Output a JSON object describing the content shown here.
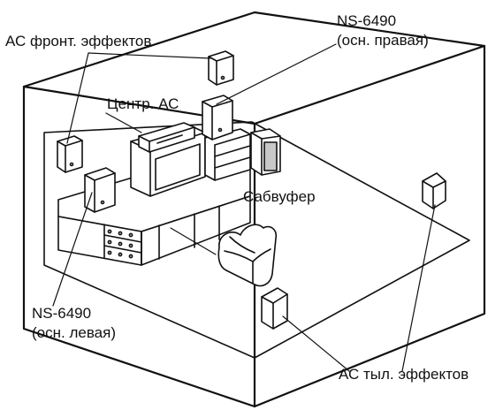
{
  "diagram": {
    "labels": {
      "front_effects": "АС фронт. эффектов",
      "center": "Центр. АС",
      "main_right_l1": "NS-6490",
      "main_right_l2": "(осн. правая)",
      "subwoofer": "Сабвуфер",
      "main_left_l1": "NS-6490",
      "main_left_l2": "(осн. левая)",
      "rear_effects": "АС тыл. эффектов"
    },
    "colors": {
      "line": "#111111",
      "fill": "#ffffff",
      "subwoofer_grille": "#c8c8c8"
    }
  }
}
